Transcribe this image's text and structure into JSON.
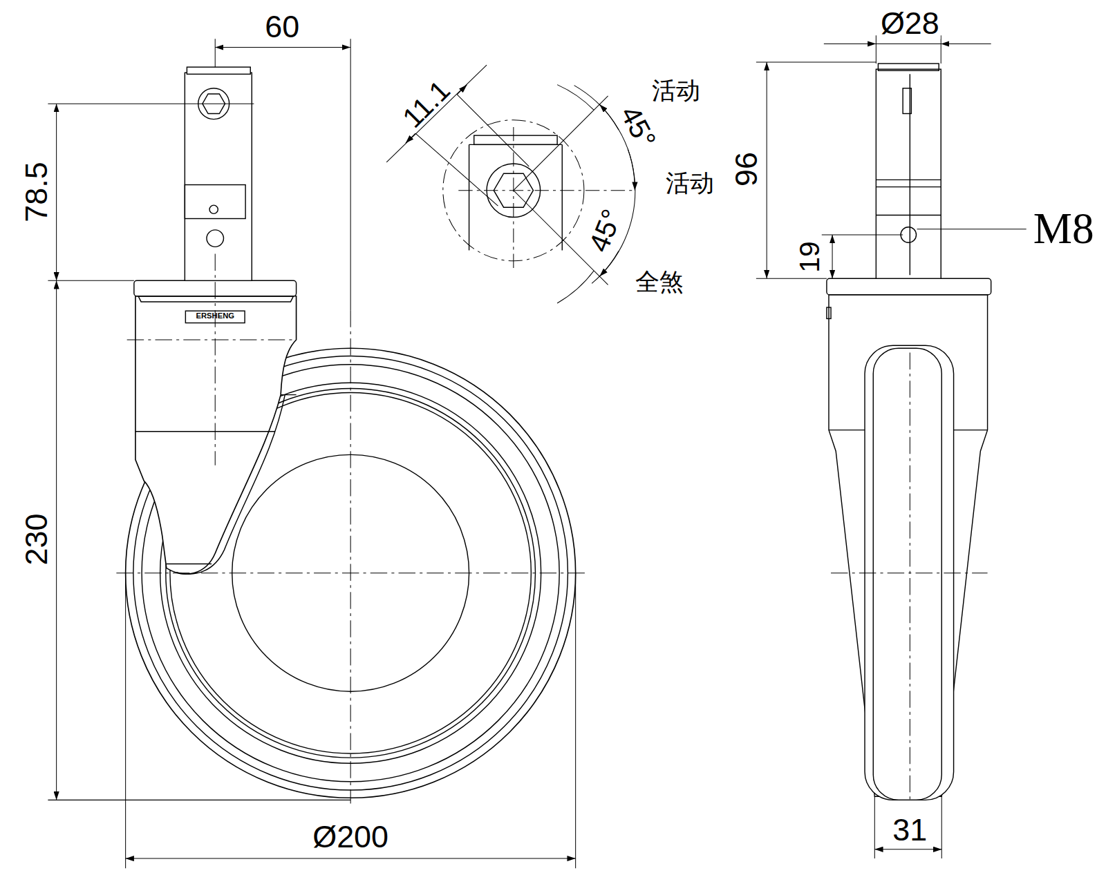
{
  "diagram": {
    "labels": [
      "60",
      "78.5",
      "230",
      "Ø200",
      "11.1",
      "45°",
      "活动",
      "活动",
      "45°",
      "全煞",
      "Ø28",
      "96",
      "19",
      "M8",
      "31",
      "ERSHENG"
    ]
  }
}
